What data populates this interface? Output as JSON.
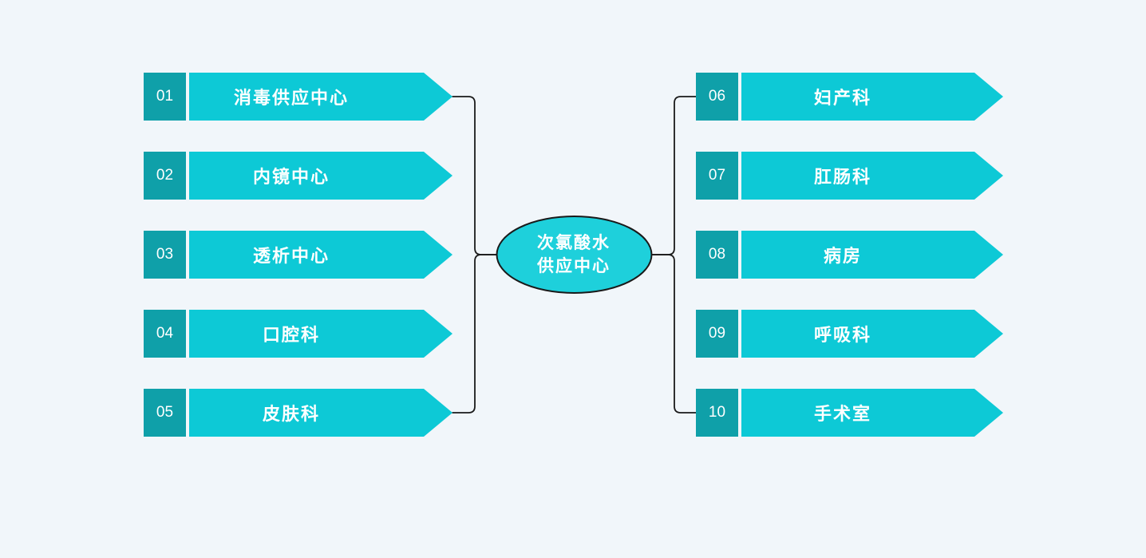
{
  "diagram": {
    "type": "mind-map",
    "center": {
      "line1": "次氯酸水",
      "line2": "供应中心"
    },
    "left_banners": [
      {
        "number": "01",
        "label": "消毒供应中心"
      },
      {
        "number": "02",
        "label": "内镜中心"
      },
      {
        "number": "03",
        "label": "透析中心"
      },
      {
        "number": "04",
        "label": "口腔科"
      },
      {
        "number": "05",
        "label": "皮肤科"
      }
    ],
    "right_banners": [
      {
        "number": "06",
        "label": "妇产科"
      },
      {
        "number": "07",
        "label": "肛肠科"
      },
      {
        "number": "08",
        "label": "病房"
      },
      {
        "number": "09",
        "label": "呼吸科"
      },
      {
        "number": "10",
        "label": "手术室"
      }
    ]
  },
  "colors": {
    "background": "#F1F6FA",
    "number_bg": "#0FA0A9",
    "arrow_bg": "#0DC9D6",
    "ellipse_fill": "#1ED0DB",
    "line": "#1A1A1A",
    "text": "#FFFFFF"
  }
}
